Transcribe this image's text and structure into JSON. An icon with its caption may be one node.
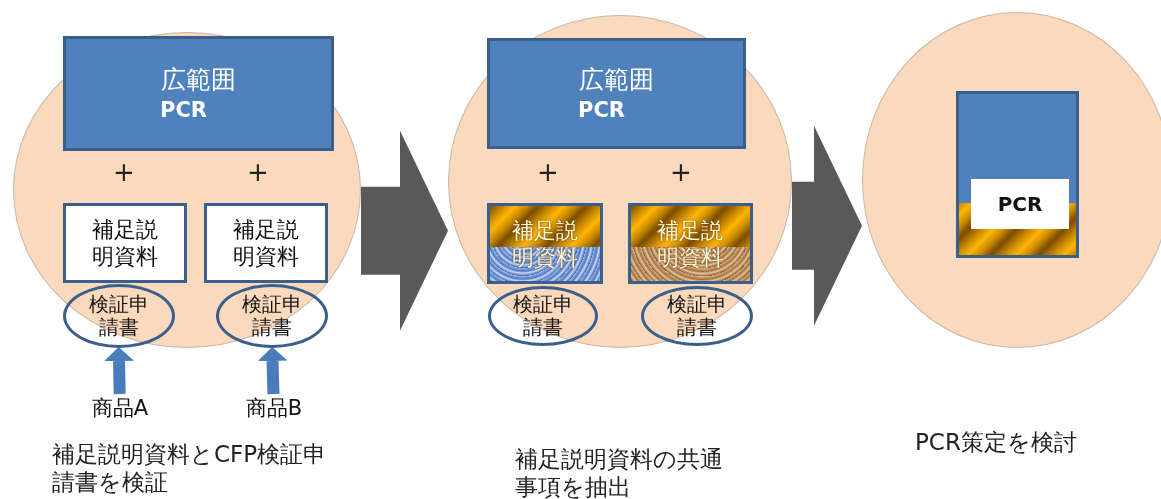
{
  "diagram": {
    "nodes": [
      {
        "text": [],
        "shape": "circle"
      },
      {
        "text": [
          "広範囲",
          "PCR"
        ],
        "in": 0
      },
      {
        "text": [
          "補足説明資料"
        ],
        "in": 0
      },
      {
        "text": [
          "補足説明資料"
        ],
        "in": 0
      },
      {
        "text": [
          "検証申請書"
        ],
        "in": 0
      },
      {
        "text": [
          "検証申請書"
        ],
        "in": 0
      },
      {
        "text": [
          "商品A"
        ]
      },
      {
        "text": [
          "商品B"
        ]
      },
      {
        "text": [],
        "shape": "circle"
      },
      {
        "text": [
          "広範囲",
          "PCR"
        ],
        "in": 8
      },
      {
        "text": [
          "補足説明資料"
        ],
        "in": 8
      },
      {
        "text": [
          "補足説明資料"
        ],
        "in": 8
      },
      {
        "text": [
          "検証申請書"
        ],
        "in": 8
      },
      {
        "text": [
          "検証申請書"
        ],
        "in": 8
      },
      {
        "text": [],
        "shape": "circle"
      },
      {
        "text": [],
        "shape": "box",
        "in": 14
      },
      {
        "text": [
          "PCR"
        ],
        "in": 15
      }
    ],
    "edges": [
      {
        "from": 6,
        "to": 4,
        "arrow": "to"
      },
      {
        "from": 7,
        "to": 5,
        "arrow": "to"
      },
      {
        "from": 0,
        "to": 8,
        "arrow": "to",
        "style": "thick",
        "color": "#595959"
      },
      {
        "from": 8,
        "to": 14,
        "arrow": "to",
        "style": "thick",
        "color": "#595959"
      }
    ],
    "labels": [
      "+",
      "+",
      "+",
      "+",
      "補足説明資料とCFP検証申請書を検証",
      "補足説明資料の共通事項を抽出",
      "PCR策定を検討"
    ]
  }
}
